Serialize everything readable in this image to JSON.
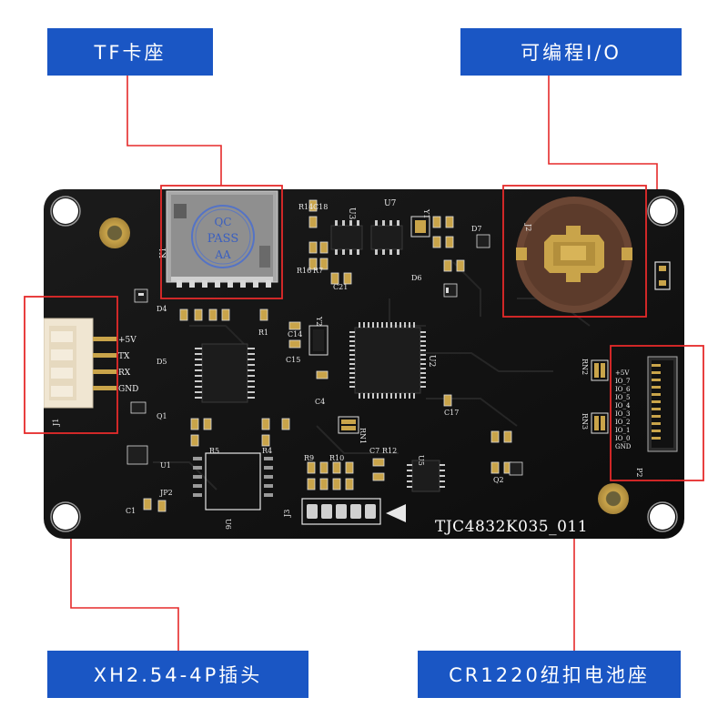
{
  "callouts": {
    "tf_socket": "TF卡座",
    "programmable_io": "可编程I/O",
    "xh_header": "XH2.54-4P插头",
    "cr1220_holder": "CR1220纽扣电池座"
  },
  "board": {
    "model": "TJC4832K035_011",
    "qc_stamp": {
      "line1": "QC",
      "line2": "PASS",
      "line3": "AA"
    },
    "header_pins": [
      "+5V",
      "TX",
      "RX",
      "GND"
    ],
    "io_pins": [
      "+5V",
      "IO_7",
      "IO_6",
      "IO_5",
      "IO_4",
      "IO_3",
      "IO_2",
      "IO_1",
      "IO_0",
      "GND"
    ],
    "silkscreen": {
      "j1": "J1",
      "j2": "J2",
      "j3": "J3",
      "p2": "P2",
      "u1": "U1",
      "u2": "U2",
      "u3": "U3",
      "u5": "U5",
      "u6": "U6",
      "u7": "U7",
      "q1": "Q1",
      "q2": "Q2",
      "d4": "D4",
      "d5": "D5",
      "d6": "D6",
      "d7": "D7",
      "y1": "Y1",
      "y2": "Y2",
      "rn1": "RN1",
      "rn2": "RN2",
      "rn3": "RN3",
      "jp2": "JP2",
      "c1": "C1",
      "c4": "C4",
      "c7": "C7",
      "c14": "C14",
      "c15": "C15",
      "c17": "C17",
      "r1": "R1",
      "r4": "R4",
      "r5": "R5",
      "r7": "R7",
      "r9": "R9",
      "r10": "R10",
      "r12": "R12",
      "r14": "R14",
      "r16": "R16",
      "c18": "C18",
      "c21": "C21",
      "k1": "K1"
    }
  }
}
